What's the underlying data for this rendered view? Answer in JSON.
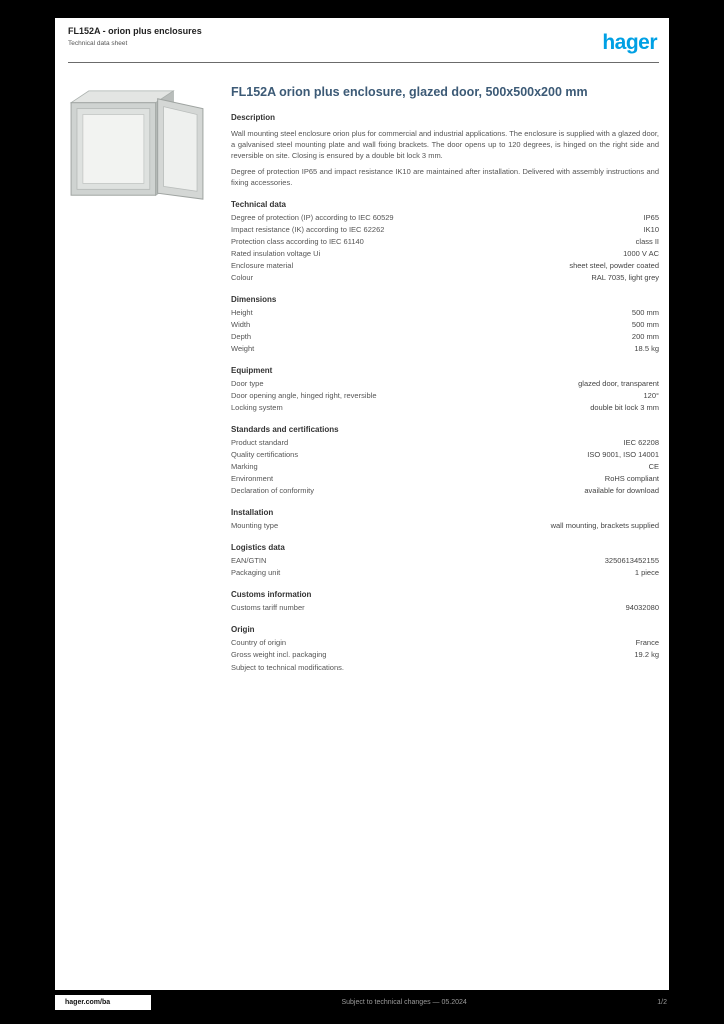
{
  "colors": {
    "accent": "#00a0e4",
    "title": "#3c5a76"
  },
  "header": {
    "doc_title": "FL152A - orion plus enclosures",
    "doc_subtitle": "Technical data sheet",
    "logo_text": "hager"
  },
  "product": {
    "image_name": "steel-enclosure-with-glazed-door",
    "title": "FL152A orion plus enclosure, glazed door, 500x500x200 mm",
    "description_heading": "Description",
    "description_p1": "Wall mounting steel enclosure orion plus for commercial and industrial applications. The enclosure is supplied with a glazed door, a galvanised steel mounting plate and wall fixing brackets. The door opens up to 120 degrees, is hinged on the right side and reversible on site. Closing is ensured by a double bit lock 3 mm.",
    "description_p2": "Degree of protection IP65 and impact resistance IK10 are maintained after installation. Delivered with assembly instructions and fixing accessories."
  },
  "sections": [
    {
      "heading": "Technical data",
      "rows": [
        {
          "label": "Degree of protection (IP) according to IEC 60529",
          "value": "IP65"
        },
        {
          "label": "Impact resistance (IK) according to IEC 62262",
          "value": "IK10"
        },
        {
          "label": "Protection class according to IEC 61140",
          "value": "class II"
        },
        {
          "label": "Rated insulation voltage Ui",
          "value": "1000 V AC"
        },
        {
          "label": "Enclosure material",
          "value": "sheet steel, powder coated"
        },
        {
          "label": "Colour",
          "value": "RAL 7035, light grey"
        }
      ]
    },
    {
      "heading": "Dimensions",
      "rows": [
        {
          "label": "Height",
          "value": "500 mm"
        },
        {
          "label": "Width",
          "value": "500 mm"
        },
        {
          "label": "Depth",
          "value": "200 mm"
        },
        {
          "label": "Weight",
          "value": "18.5 kg"
        }
      ]
    },
    {
      "heading": "Equipment",
      "rows": [
        {
          "label": "Door type",
          "value": "glazed door, transparent"
        },
        {
          "label": "Door opening angle, hinged right, reversible",
          "value": "120°"
        },
        {
          "label": "Locking system",
          "value": "double bit lock 3 mm"
        }
      ]
    },
    {
      "heading": "Standards and certifications",
      "rows": [
        {
          "label": "Product standard",
          "value": "IEC 62208"
        },
        {
          "label": "Quality certifications",
          "value": "ISO 9001, ISO 14001"
        },
        {
          "label": "Marking",
          "value": "CE"
        },
        {
          "label": "Environment",
          "value": "RoHS compliant"
        },
        {
          "label": "Declaration of conformity",
          "value": "available for download"
        }
      ]
    },
    {
      "heading": "Installation",
      "rows": [
        {
          "label": "Mounting type",
          "value": "wall mounting, brackets supplied"
        }
      ]
    },
    {
      "heading": "Logistics data",
      "rows": [
        {
          "label": "EAN/GTIN",
          "value": "3250613452155"
        },
        {
          "label": "Packaging unit",
          "value": "1 piece"
        }
      ]
    },
    {
      "heading": "Customs information",
      "rows": [
        {
          "label": "Customs tariff number",
          "value": "94032080"
        }
      ]
    },
    {
      "heading": "Origin",
      "rows": [
        {
          "label": "Country of origin",
          "value": "France"
        },
        {
          "label": "Gross weight incl. packaging",
          "value": "19.2 kg"
        }
      ],
      "note": "Subject to technical modifications."
    }
  ],
  "footer": {
    "website": "hager.com/ba",
    "note": "Subject to technical changes — 05.2024",
    "page": "1/2"
  }
}
